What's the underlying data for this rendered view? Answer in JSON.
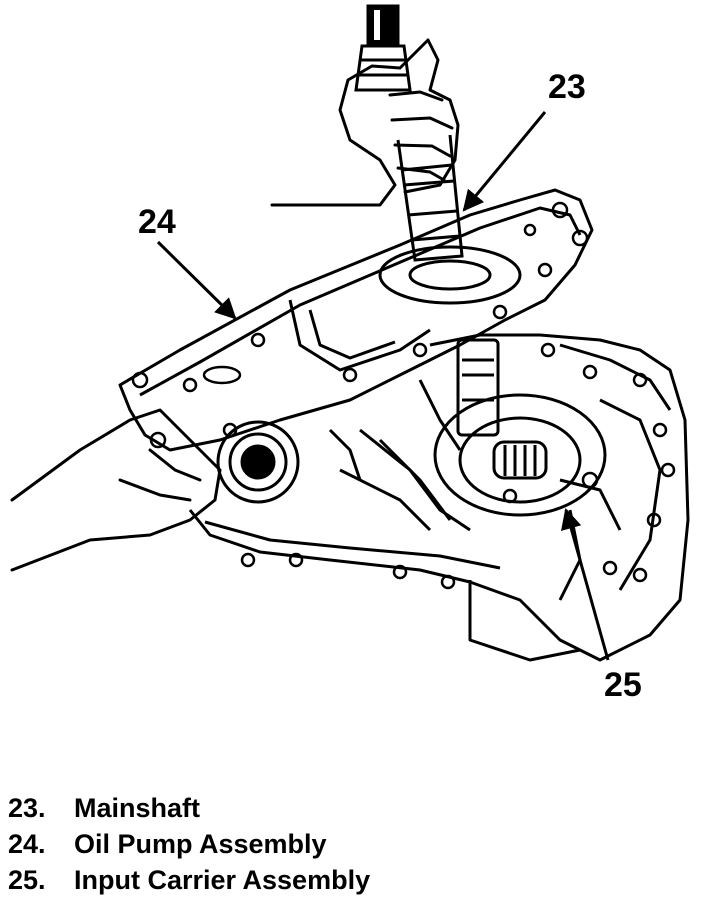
{
  "callouts": [
    {
      "id": "23",
      "label": "23"
    },
    {
      "id": "24",
      "label": "24"
    },
    {
      "id": "25",
      "label": "25"
    }
  ],
  "legend": [
    {
      "number": "23.",
      "text": "Mainshaft"
    },
    {
      "number": "24.",
      "text": "Oil Pump Assembly"
    },
    {
      "number": "25.",
      "text": "Input Carrier Assembly"
    }
  ],
  "colors": {
    "ink": "#000000",
    "paper": "#ffffff"
  }
}
